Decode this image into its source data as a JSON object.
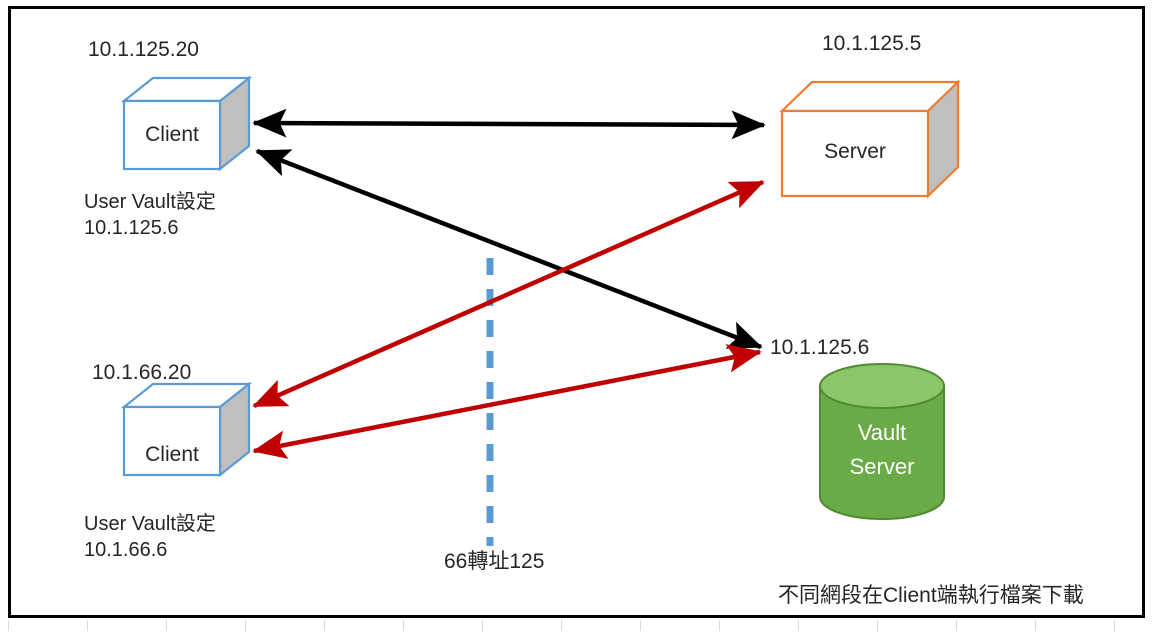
{
  "diagram": {
    "title_caption": "不同網段在Client端執行檔案下載",
    "divider_label": "66轉址125",
    "colors": {
      "client_outline": "#5B9BD5",
      "server_outline": "#ED7D31",
      "vault_fill": "#6AAB47",
      "vault_top": "#8CC66A",
      "black_arrow": "#000000",
      "red_arrow": "#C00000",
      "divider": "#5B9BD5",
      "side_face": "#BFBFBF",
      "frame": "#000000"
    },
    "nodes": [
      {
        "id": "client-top",
        "shape": "cube",
        "title": "Client",
        "address_above": "10.1.125.20",
        "detail_line_1": "User Vault設定",
        "detail_line_2": "10.1.125.6"
      },
      {
        "id": "server-top",
        "shape": "cube",
        "title": "Server",
        "address_above": "10.1.125.5"
      },
      {
        "id": "client-bottom",
        "shape": "cube",
        "title": "Client",
        "address_above": "10.1.66.20",
        "detail_line_1": "User Vault設定",
        "detail_line_2": "10.1.66.6"
      },
      {
        "id": "vault-server",
        "shape": "cylinder",
        "title_line_1": "Vault",
        "title_line_2": "Server",
        "address_above": "10.1.125.6"
      }
    ],
    "connections": [
      {
        "id": "client125-server",
        "color": "#000000",
        "style": "double-arrow",
        "from": "client-top",
        "to": "server-top"
      },
      {
        "id": "client125-vault",
        "color": "#000000",
        "style": "double-arrow",
        "from": "client-top",
        "to": "vault-server"
      },
      {
        "id": "client66-server",
        "color": "#C00000",
        "style": "double-arrow",
        "from": "client-bottom",
        "to": "server-top"
      },
      {
        "id": "client66-vault",
        "color": "#C00000",
        "style": "double-arrow",
        "from": "client-bottom",
        "to": "vault-server"
      }
    ]
  }
}
